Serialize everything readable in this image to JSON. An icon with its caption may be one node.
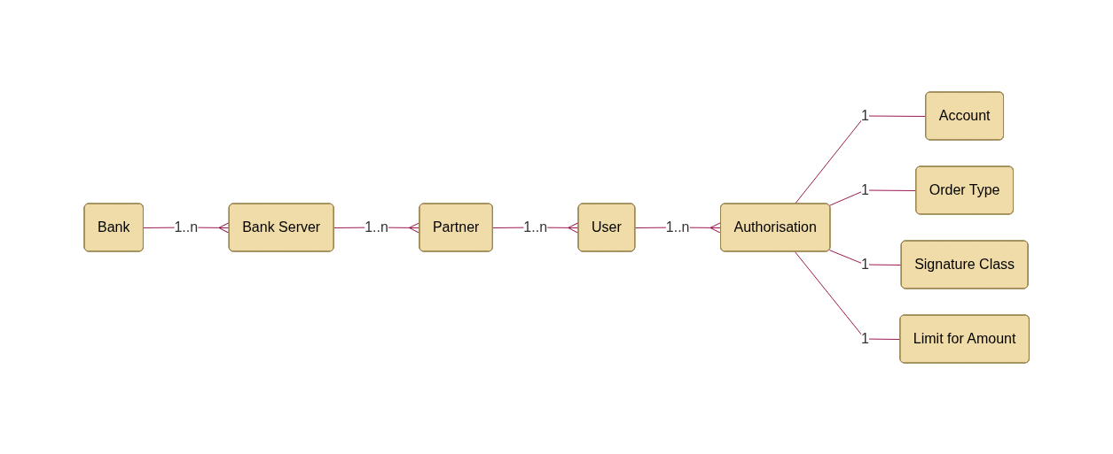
{
  "diagram": {
    "nodes": [
      {
        "text": [
          "Bank"
        ]
      },
      {
        "text": [
          "Bank Server"
        ]
      },
      {
        "text": [
          "Partner"
        ]
      },
      {
        "text": [
          "User"
        ]
      },
      {
        "text": [
          "Authorisation"
        ]
      },
      {
        "text": [
          "Account"
        ]
      },
      {
        "text": [
          "Order Type"
        ]
      },
      {
        "text": [
          "Signature Class"
        ]
      },
      {
        "text": [
          "Limit for Amount"
        ]
      }
    ],
    "edges": [
      {
        "from": 0,
        "to": 1,
        "arrow": "other",
        "label": "1..n"
      },
      {
        "from": 1,
        "to": 2,
        "arrow": "other",
        "label": "1..n"
      },
      {
        "from": 2,
        "to": 3,
        "arrow": "other",
        "label": "1..n"
      },
      {
        "from": 3,
        "to": 4,
        "arrow": "other",
        "label": "1..n"
      },
      {
        "from": 4,
        "to": 5,
        "arrow": "none",
        "label": "1"
      },
      {
        "from": 4,
        "to": 6,
        "arrow": "none",
        "label": "1"
      },
      {
        "from": 4,
        "to": 7,
        "arrow": "none",
        "label": "1"
      },
      {
        "from": 4,
        "to": 8,
        "arrow": "none",
        "label": "1"
      }
    ]
  }
}
